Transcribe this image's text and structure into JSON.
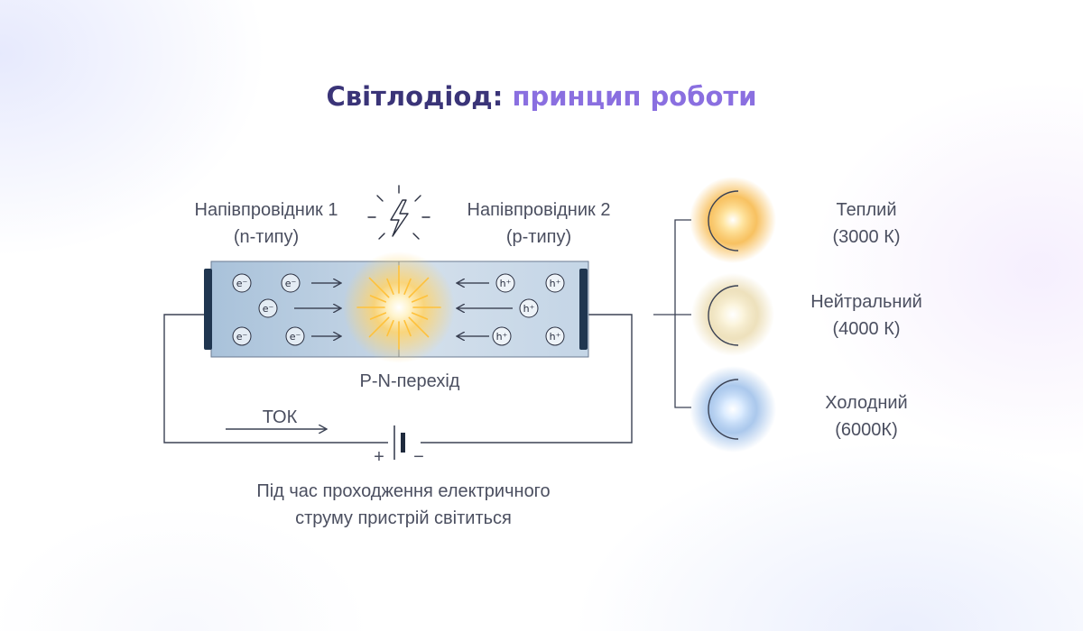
{
  "title": {
    "main": "Світлодіод:",
    "accent": "принцип роботи"
  },
  "semiconductor_n": {
    "name": "Напівпровідник 1",
    "type": "(n-типу)"
  },
  "semiconductor_p": {
    "name": "Напівпровідник 2",
    "type": "(p-типу)"
  },
  "particles": {
    "electron": "e⁻",
    "hole": "h⁺"
  },
  "junction_label": "P-N-перехід",
  "current_label": "ТОК",
  "battery": {
    "plus": "+",
    "minus": "−"
  },
  "caption": {
    "line1": "Під час проходження електричного",
    "line2": "струму пристрій світиться"
  },
  "temperatures": [
    {
      "name": "Теплий",
      "value": "(3000 К)",
      "color": "#f6b23a"
    },
    {
      "name": "Нейтральний",
      "value": "(4000 К)",
      "color": "#e9d9a8"
    },
    {
      "name": "Холодний",
      "value": "(6000К)",
      "color": "#8fb6e6"
    }
  ],
  "colors": {
    "title": "#3a3478",
    "title_accent": "#8a6fe0",
    "text": "#4b4f60",
    "wire": "#3b4254",
    "glow": "#ffd36a"
  },
  "icons": [
    "lightning-icon"
  ]
}
